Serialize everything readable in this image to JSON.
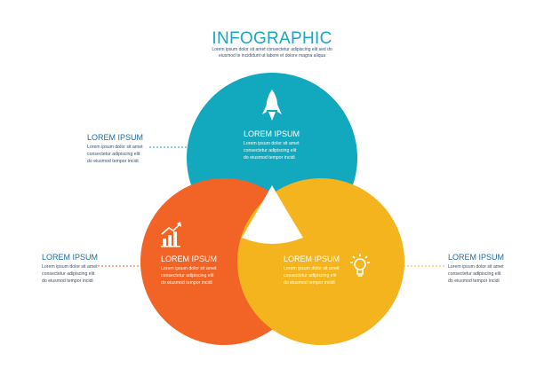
{
  "header": {
    "title": "INFOGRAPHIC",
    "subtitle_lines": [
      "Lorem ipsum dolor sit amet consectetur adipiscing elit sed do",
      "eiusmod te incididunt ut labore et dolore magna aliqua"
    ]
  },
  "circles": [
    {
      "color": "#12a8be",
      "icon": "rocket-icon",
      "heading": "LOREM IPSUM",
      "lines": [
        "Lorem ipsum dolor sit amet",
        "consectetur adipiscing elit",
        "do eiusmod tempor incidi"
      ]
    },
    {
      "color": "#f26425",
      "icon": "chart-growth-icon",
      "heading": "LOREM IPSUM",
      "lines": [
        "Lorem ipsum dolor sit amet",
        "consectetur adipiscing elit",
        "do eiusmod tempor incidi"
      ]
    },
    {
      "color": "#f4b41d",
      "icon": "lightbulb-icon",
      "heading": "LOREM IPSUM",
      "lines": [
        "Lorem ipsum dolor sit amet",
        "consectetur adipiscing elit",
        "do eiusmod tempor incidi"
      ]
    }
  ],
  "callouts": [
    {
      "heading": "LOREM IPSUM",
      "lines": [
        "Lorem ipsum dolor sit amet",
        "consectetur adipiscing elit",
        "do eiusmod tempor incidi"
      ]
    },
    {
      "heading": "LOREM IPSUM",
      "lines": [
        "Lorem ipsum dolor sit amet",
        "consectetur adipiscing elit",
        "do eiusmod tempor incidi"
      ]
    },
    {
      "heading": "LOREM IPSUM",
      "lines": [
        "Lorem ipsum dolor sit amet",
        "consectetur adipiscing elit",
        "do eiusmod tempor incidi"
      ]
    }
  ]
}
